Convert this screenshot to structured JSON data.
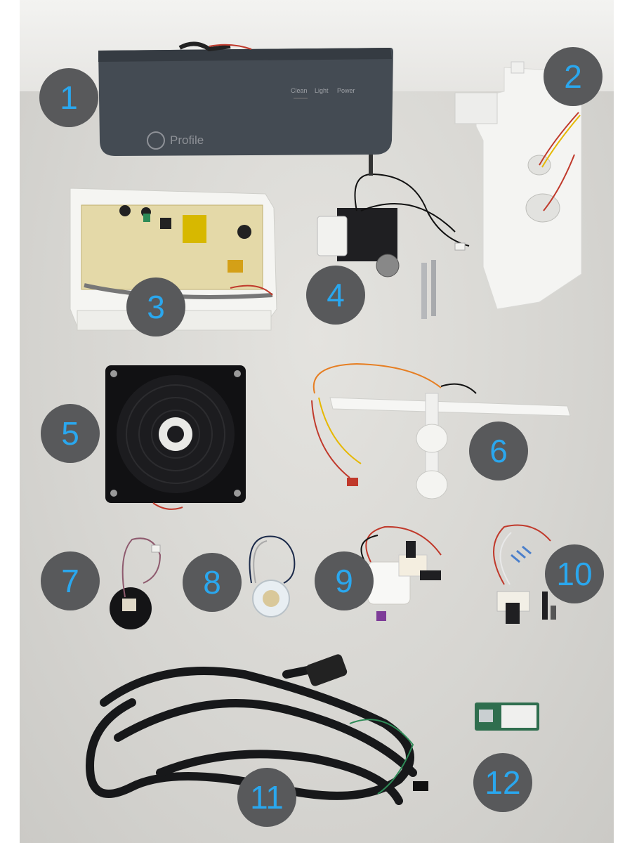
{
  "photo": {
    "description_free": true,
    "panel_brand": "Profile",
    "panel_controls": [
      "Clean",
      "Light",
      "Power"
    ],
    "badges": [
      "1",
      "2",
      "3",
      "4",
      "5",
      "6",
      "7",
      "8",
      "9",
      "10",
      "11",
      "12"
    ],
    "colors": {
      "badge_bg": "#58595b",
      "badge_text": "#2aa7ee",
      "surface": "#d8d7d3"
    }
  }
}
